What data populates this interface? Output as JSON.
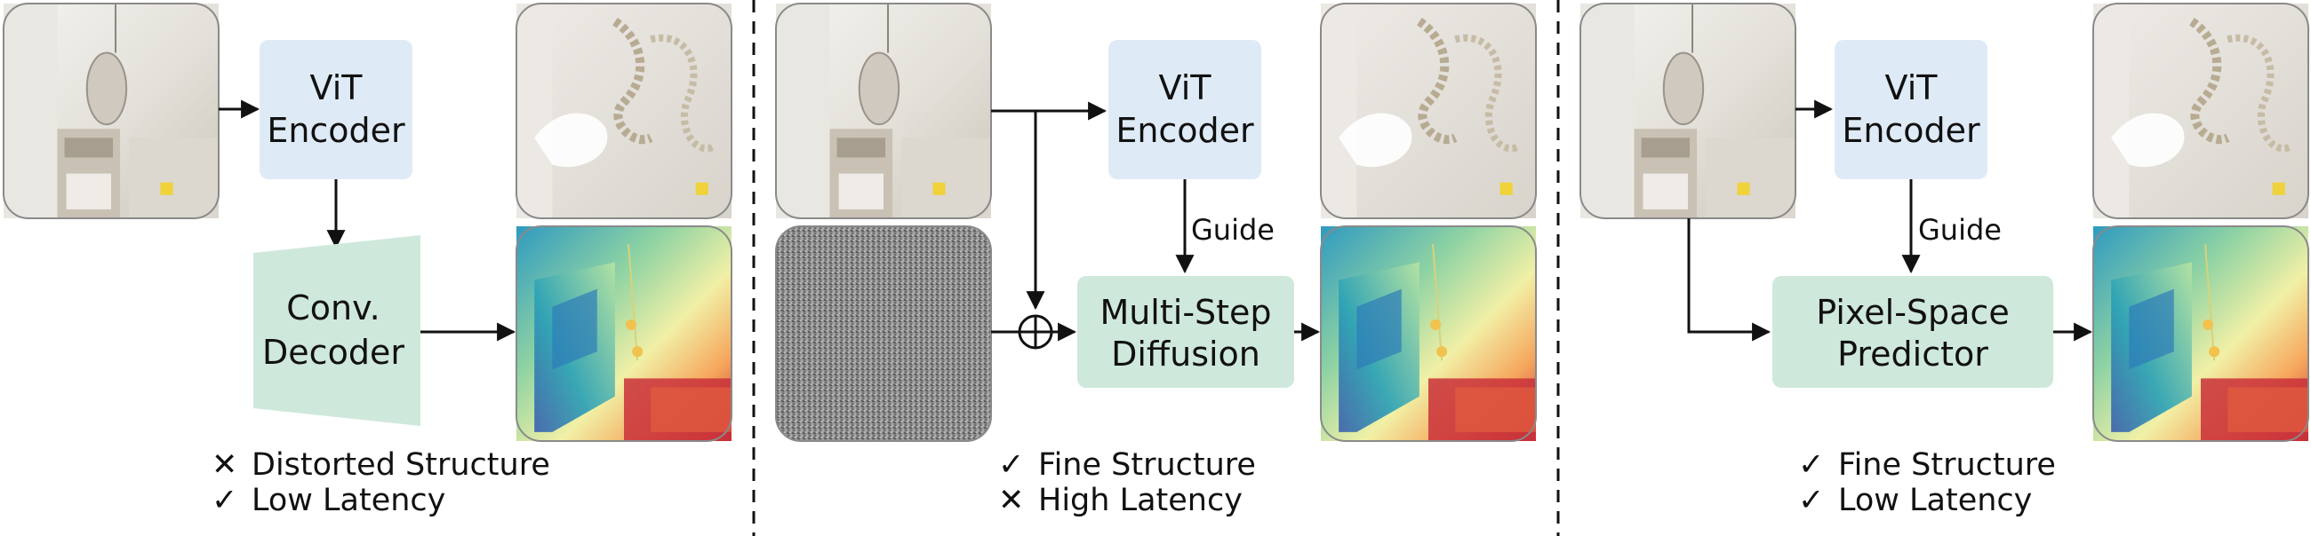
{
  "panels": [
    {
      "encoder": [
        "ViT",
        "Encoder"
      ],
      "decoder": [
        "Conv.",
        "Decoder"
      ],
      "legend": [
        {
          "mark": "cross",
          "text": "Distorted Structure"
        },
        {
          "mark": "check",
          "text": "Low Latency"
        }
      ]
    },
    {
      "encoder": [
        "ViT",
        "Encoder"
      ],
      "guide": "Guide",
      "decoder": [
        "Multi-Step",
        "Diffusion"
      ],
      "legend": [
        {
          "mark": "check",
          "text": "Fine Structure"
        },
        {
          "mark": "cross",
          "text": "High Latency"
        }
      ]
    },
    {
      "encoder": [
        "ViT",
        "Encoder"
      ],
      "guide": "Guide",
      "decoder": [
        "Pixel-Space",
        "Predictor"
      ],
      "legend": [
        {
          "mark": "check",
          "text": "Fine Structure"
        },
        {
          "mark": "check",
          "text": "Low Latency"
        }
      ]
    }
  ],
  "colors": {
    "encoder_fill": "#deebf7",
    "decoder_fill": "#cfe8dc",
    "check": "#21b36b",
    "cross": "#d62828",
    "line": "#111111"
  },
  "glyphs": {
    "check": "✓",
    "cross": "✕"
  }
}
